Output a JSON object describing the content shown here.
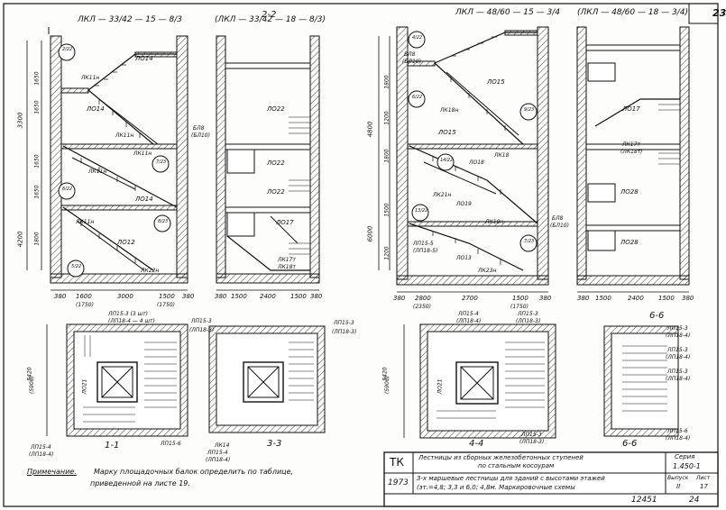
{
  "page_number": "23",
  "marks": {
    "left_mark": "ЛКЛ — 33/42 — 15 — 8/3",
    "left_mark_alt": "(ЛКЛ — 33/42 — 18 — 8/3)",
    "right_mark": "ЛКЛ — 48/60 — 15 — 3/4",
    "right_mark_alt": "(ЛКЛ — 48/60 — 18 — 3/4)"
  },
  "left_elevation": {
    "dims_vertical": [
      "3300",
      "1650",
      "1650",
      "1650",
      "1650",
      "4200",
      "1800"
    ],
    "dims_bottom": [
      "380",
      "1600",
      "3000",
      "1500",
      "380"
    ],
    "dims_bottom_sub": [
      "(1750)",
      "(1750)"
    ],
    "labels": [
      "ЛО14",
      "ЛК11н",
      "ЛК11н",
      "ЛО14",
      "ЛК11н",
      "ЛО14",
      "ЛО12",
      "ЛК22н",
      "БЛ8",
      "(БЛ10)",
      "ЛК11н",
      "ЛК11н"
    ],
    "circles": [
      "2/22",
      "7/23",
      "6/22",
      "8/23",
      "5/22"
    ]
  },
  "section_22": {
    "dims_bottom": [
      "380",
      "1500",
      "2400",
      "1500",
      "380"
    ],
    "labels": [
      "ЛО22",
      "ЛО22",
      "ЛО22",
      "ЛО17",
      "ЛК17т",
      "ЛК18т"
    ]
  },
  "right_elevation": {
    "dims_vertical": [
      "4800",
      "1800",
      "1200",
      "1800",
      "6000",
      "1500",
      "1200"
    ],
    "dims_bottom": [
      "380",
      "2800",
      "2700",
      "1500",
      "380"
    ],
    "dims_bottom_sub": [
      "(2350)",
      "(1750)"
    ],
    "labels": [
      "ЛО15",
      "ЛК18н",
      "ЛО15",
      "ЛО18",
      "ЛК18",
      "ЛК21н",
      "ЛО19",
      "ЛК18н",
      "ЛО13",
      "ЛК23н",
      "БЛ8",
      "(БЛ10)",
      "ЛП15-5",
      "(ЛП18-5)",
      "БЛ8",
      "(БЛ10)"
    ],
    "circles": [
      "4/22",
      "6/22",
      "9/23",
      "14/22",
      "13/22",
      "7/23"
    ]
  },
  "section_66": {
    "dims_bottom": [
      "380",
      "1500",
      "2400",
      "1500",
      "380"
    ],
    "labels": [
      "ЛО17",
      "ЛК17т",
      "(ЛК18т)",
      "ЛО28",
      "ЛО28"
    ]
  },
  "plans": {
    "p11": {
      "title": "1-1",
      "tl": "ЛП15-3 (3 шт)",
      "tl2": "(ЛП18-4 — 4 шт)",
      "tr": "ЛП15-3",
      "tr2": "(ЛП18-3)",
      "bl": "ЛП15-4",
      "bl2": "(ЛП18-4)",
      "br": "ЛП15-6",
      "dim": "5420",
      "dim2": "(5900)",
      "vert": "ЛО21"
    },
    "p33": {
      "title": "3-3",
      "tl": "ЛК14",
      "tr": "ЛП15-3",
      "tr2": "(ЛП18-3)",
      "bl": "ЛП15-4",
      "bl2": "(ЛП18-4)"
    },
    "p44": {
      "title": "4-4",
      "tl": "ЛП15-4",
      "tl2": "(ЛП18-4)",
      "tr": "ЛП15-3",
      "tr2": "(ЛП18-3)",
      "br": "ЛП15-3",
      "br2": "(ЛП18-3)",
      "dim": "5420",
      "dim2": "(5900)",
      "vert": "ЛО21"
    },
    "p66": {
      "title": "6-6",
      "r1": "ЛП15-3",
      "r1b": "(ЛП18-4)",
      "r2": "ЛП15-3",
      "r2b": "(ЛП18-4)",
      "r3": "ЛП15-3",
      "r3b": "(ЛП18-4)",
      "r4": "ЛП15-6",
      "r4b": "(ЛП18-4)"
    }
  },
  "section_titles": {
    "s22": "2-2",
    "s66": "6-6"
  },
  "note": {
    "heading": "Примечание.",
    "text1": "Марку площадочных балок определить по таблице,",
    "text2": "приведенной на листе 19."
  },
  "title_block": {
    "org": "ТК",
    "year": "1973",
    "title1": "Лестницы из сборных железобетонных ступеней",
    "title2": "по стальным косоурам",
    "subtitle1": "3-х маршевые лестницы для зданий с высотами этажей",
    "subtitle2": "(эт.=4,8; 3,3 и 6,0; 4,8м. Маркировочные схемы",
    "series_label": "Серия",
    "series": "1.450-1",
    "vypusk_label": "Выпуск",
    "vypusk": "II",
    "list_label": "Лист",
    "list": "17"
  },
  "footer": {
    "code": "12451",
    "sheet": "24"
  }
}
